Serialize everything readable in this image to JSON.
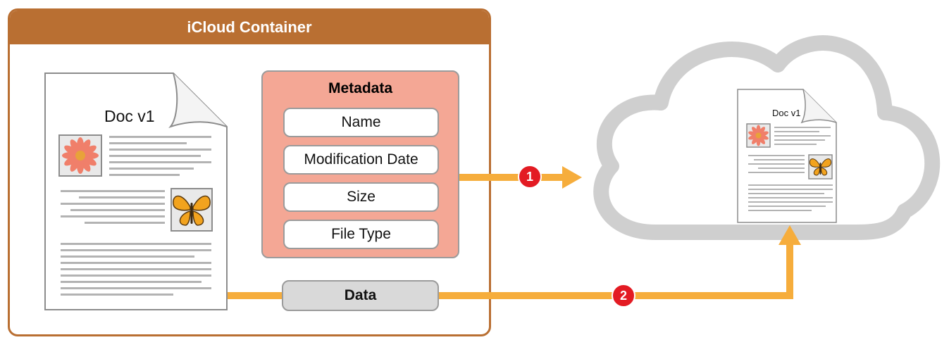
{
  "container": {
    "title": "iCloud Container"
  },
  "document": {
    "title": "Doc v1"
  },
  "metadata": {
    "title": "Metadata",
    "fields": [
      "Name",
      "Modification Date",
      "Size",
      "File Type"
    ]
  },
  "data_block": {
    "label": "Data"
  },
  "steps": [
    {
      "number": "1"
    },
    {
      "number": "2"
    }
  ],
  "cloud_document": {
    "title": "Doc v1"
  },
  "colors": {
    "container_brown": "#b96f32",
    "metadata_fill": "#f4a795",
    "arrow_orange": "#f6ad3c",
    "badge_red": "#e31b23",
    "cloud_gray": "#cfcfcf",
    "data_fill": "#d9d9d9"
  }
}
